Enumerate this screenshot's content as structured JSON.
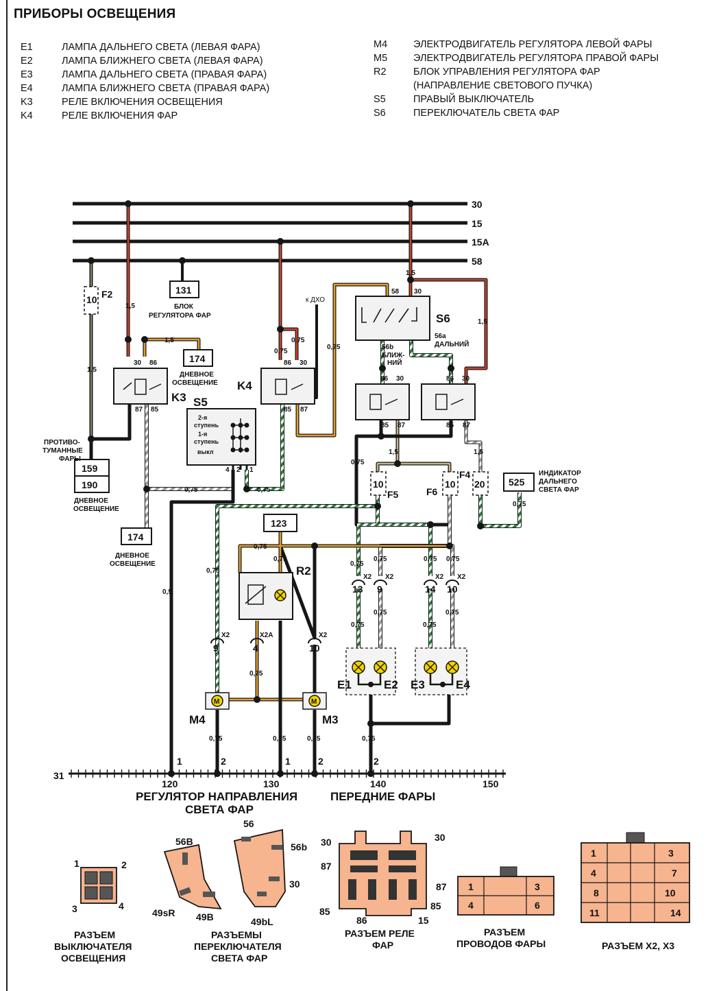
{
  "title": "ПРИБОРЫ ОСВЕЩЕНИЯ",
  "legend_left": [
    {
      "code": "E1",
      "desc": "ЛАМПА ДАЛЬНЕГО СВЕТА (ЛЕВАЯ ФАРА)"
    },
    {
      "code": "E2",
      "desc": "ЛАМПА БЛИЖНЕГО СВЕТА (ЛЕВАЯ ФАРА)"
    },
    {
      "code": "E3",
      "desc": "ЛАМПА ДАЛЬНЕГО СВЕТА (ПРАВАЯ ФАРА)"
    },
    {
      "code": "E4",
      "desc": "ЛАМПА БЛИЖНЕГО СВЕТА (ПРАВАЯ ФАРА)"
    },
    {
      "code": "K3",
      "desc": "РЕЛЕ ВКЛЮЧЕНИЯ ОСВЕЩЕНИЯ"
    },
    {
      "code": "K4",
      "desc": "РЕЛЕ ВКЛЮЧЕНИЯ ФАР"
    }
  ],
  "legend_right": [
    {
      "code": "M4",
      "desc": "ЭЛЕКТРОДВИГАТЕЛЬ РЕГУЛЯТОРА ЛЕВОЙ ФАРЫ"
    },
    {
      "code": "M5",
      "desc": "ЭЛЕКТРОДВИГАТЕЛЬ РЕГУЛЯТОРА ПРАВОЙ ФАРЫ"
    },
    {
      "code": "R2",
      "desc": "БЛОК УПРАВЛЕНИЯ РЕГУЛЯТОРА ФАР"
    },
    {
      "code": "",
      "desc": "(НАПРАВЛЕНИЕ СВЕТОВОГО ПУЧКА)"
    },
    {
      "code": "S5",
      "desc": "ПРАВЫЙ ВЫКЛЮЧАТЕЛЬ"
    },
    {
      "code": "S6",
      "desc": "ПЕРЕКЛЮЧАТЕЛЬ СВЕТА ФАР"
    }
  ],
  "buses": {
    "b30": "30",
    "b15": "15",
    "b15a": "15A",
    "b58": "58"
  },
  "fuses": {
    "f2": {
      "label": "F2",
      "value": "10"
    },
    "f5": {
      "label": "F5",
      "value": "10"
    },
    "f6": {
      "label": "F6",
      "value": "10"
    },
    "f4": {
      "label": "F4",
      "value": "20"
    }
  },
  "blocks": {
    "b131": "131",
    "b131_caption": [
      "БЛОК",
      "РЕГУЛЯТОРА ФАР"
    ],
    "b174a": "174",
    "b174a_caption": [
      "ДНЕВНОЕ",
      "ОСВЕЩЕНИЕ"
    ],
    "b159": "159",
    "b190": "190",
    "b159_caption": [
      "ПРОТИВО-",
      "ТУМАННЫЕ",
      "ФАРЫ"
    ],
    "b190_caption": [
      "ДНЕВНОЕ",
      "ОСВЕЩЕНИЕ"
    ],
    "b174b": "174",
    "b174b_caption": [
      "ДНЕВНОЕ",
      "ОСВЕЩЕНИЕ"
    ],
    "b123": "123",
    "b525": "525",
    "b525_caption": [
      "ИНДИКАТОР",
      "ДАЛЬНЕГО",
      "СВЕТА ФАР"
    ],
    "dho": "к ДХО"
  },
  "components": {
    "k3": "K3",
    "k4": "K4",
    "s5": "S5",
    "s6": "S6",
    "r2": "R2",
    "m4": "M4",
    "m3": "M3",
    "e1": "E1",
    "e2": "E2",
    "e3": "E3",
    "e4": "E4",
    "s5_text": [
      "2-я",
      "ступень",
      "1-я",
      "ступень",
      "выкл"
    ],
    "s6_near": [
      "56b",
      "БЛИЖ-",
      "НИЙ"
    ],
    "s6_far": [
      "56a",
      "ДАЛЬНИЙ"
    ]
  },
  "wire_labels": {
    "w15": "1,5",
    "w075": "0,75",
    "w05": "0,5",
    "x2": "X2",
    "x2a": "X2A"
  },
  "ground_bus": {
    "label": "31",
    "ticks": [
      "120",
      "130",
      "140",
      "150"
    ],
    "caption_left": [
      "РЕГУЛЯТОР НАПРАВЛЕНИЯ",
      "СВЕТА ФАР"
    ],
    "caption_right": "ПЕРЕДНИЕ ФАРЫ"
  },
  "connectors": {
    "switch": {
      "caption": [
        "РАЗЪЕМ",
        "ВЫКЛЮЧАТЕЛЯ",
        "ОСВЕЩЕНИЯ"
      ],
      "pins": [
        "1",
        "2",
        "3",
        "4"
      ]
    },
    "selector": {
      "caption": [
        "РАЗЪЕМЫ",
        "ПЕРЕКЛЮЧАТЕЛЯ",
        "СВЕТА ФАР"
      ],
      "pins_a": [
        "56B",
        "49sR",
        "49B"
      ],
      "pins_b": [
        "56",
        "56b",
        "30",
        "49bL"
      ]
    },
    "relay": {
      "caption": [
        "РАЗЪЕМ РЕЛЕ",
        "ФАР"
      ],
      "pins": [
        "30",
        "30",
        "87",
        "87",
        "85",
        "86",
        "15",
        "85"
      ]
    },
    "headlamp": {
      "caption": [
        "РАЗЪЕМ",
        "ПРОВОДОВ ФАРЫ"
      ],
      "pins": [
        "1",
        "3",
        "4",
        "6"
      ]
    },
    "x2x3": {
      "caption": "РАЗЪЕМ X2, X3",
      "pins": [
        "1",
        "3",
        "4",
        "7",
        "8",
        "10",
        "11",
        "14"
      ]
    }
  },
  "colors": {
    "wire_black": "#161616",
    "wire_red": "#c8442a",
    "wire_orange": "#e3a02c",
    "wire_green": "#2d7d3d",
    "connector_fill": "#f6b48f",
    "lamp_fill": "#f2d200"
  }
}
